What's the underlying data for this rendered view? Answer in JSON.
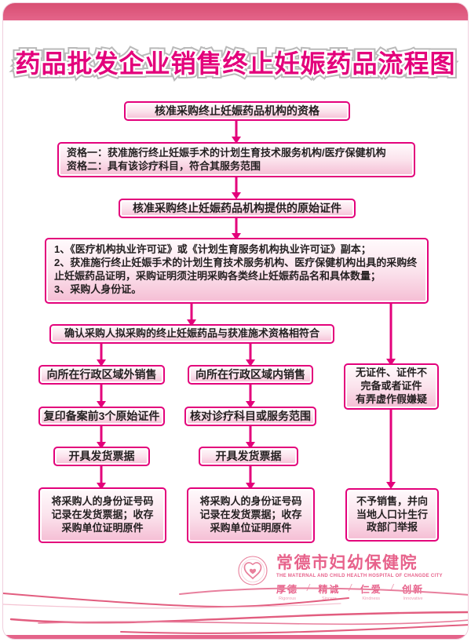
{
  "page": {
    "title": "药品批发企业销售终止妊娠药品流程图"
  },
  "flow": {
    "step1": "核准采购终止妊娠药品机构的资格",
    "step2": "资格一：获准施行终止妊娠手术的计划生育技术服务机构/医疗保健机构\n资格二：具有该诊疗科目，符合其服务范围",
    "step3": "核准采购终止妊娠药品机构提供的原始证件",
    "step4": "1、《医疗机构执业许可证》或《计划生育服务机构执业许可证》副本；\n2、获准施行终止妊娠手术的计划生育技术服务机构、医疗保健机构出具的采购终止妊娠药品证明，采购证明须注明采购各类终止妊娠药品名和具体数量；\n3、采购人身份证。",
    "step5": "确认采购人拟采购的终止妊娠药品与获准施术资格相符合",
    "left_branch": {
      "s1": "向所在行政区域外销售",
      "s2": "复印备案前3个原始证件",
      "s3": "开具发货票据",
      "s4": "将采购人的身份证号码\n记录在发货票据；收存\n采购单位证明原件"
    },
    "mid_branch": {
      "s1": "向所在行政区域内销售",
      "s2": "核对诊疗科目或服务范围",
      "s3": "开具发货票据",
      "s4": "将采购人的身份证号码\n记录在发货票据；收存\n采购单位证明原件"
    },
    "right_branch": {
      "s1": "无证件、证件不\n完备或者证件\n有弄虚作假嫌疑",
      "s2": "不予销售，并向\n当地人口计生行\n政部门举报"
    }
  },
  "footer": {
    "hospital_name": "常德市妇幼保健院",
    "hospital_name_en": "THE MATERNAL AND CHILD HEALTH HOSPITAL OF CHANGDE CITY",
    "separator": "/",
    "values": [
      {
        "cn": "厚德",
        "en": "Rigorous"
      },
      {
        "cn": "精诚",
        "en": "Sincere"
      },
      {
        "cn": "仁爱",
        "en": "Kindness"
      },
      {
        "cn": "创新",
        "en": "Innovative"
      }
    ]
  },
  "colors": {
    "magenta": "#e3017b",
    "band_rose": "#e4648a",
    "footer_pink": "#e7628b"
  }
}
